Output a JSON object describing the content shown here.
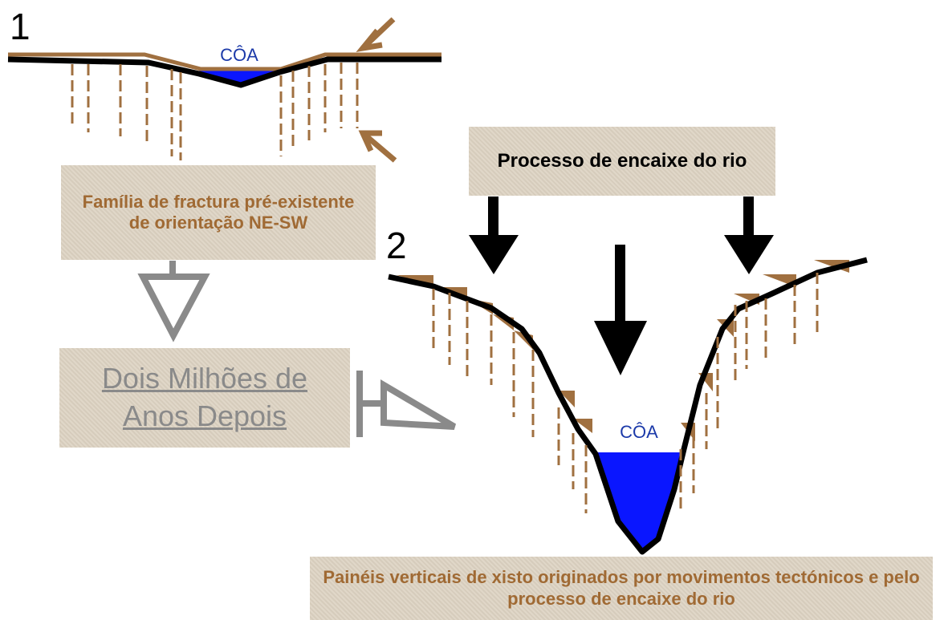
{
  "labels": {
    "step1": "1",
    "step2": "2",
    "river_top": "CÔA",
    "river_bottom": "CÔA"
  },
  "boxes": {
    "fracture_family": "Família de fractura pré-existente de orientação NE-SW",
    "two_million_years": "Dois Milhões de Anos Depois",
    "incision_process": "Processo de encaixe do rio",
    "vertical_panels": "Painéis verticais de xisto originados por movimentos tectónicos e pelo processo de encaixe do rio"
  },
  "colors": {
    "fracture_brown": "#a07040",
    "box_bg": "#ddd3c2",
    "box_text_brown": "#a06a34",
    "water_blue": "#0a16ff",
    "label_blue": "#1c3aa9",
    "hollow_arrow_gray": "#8a8a8a",
    "ground_line": "#000000"
  }
}
